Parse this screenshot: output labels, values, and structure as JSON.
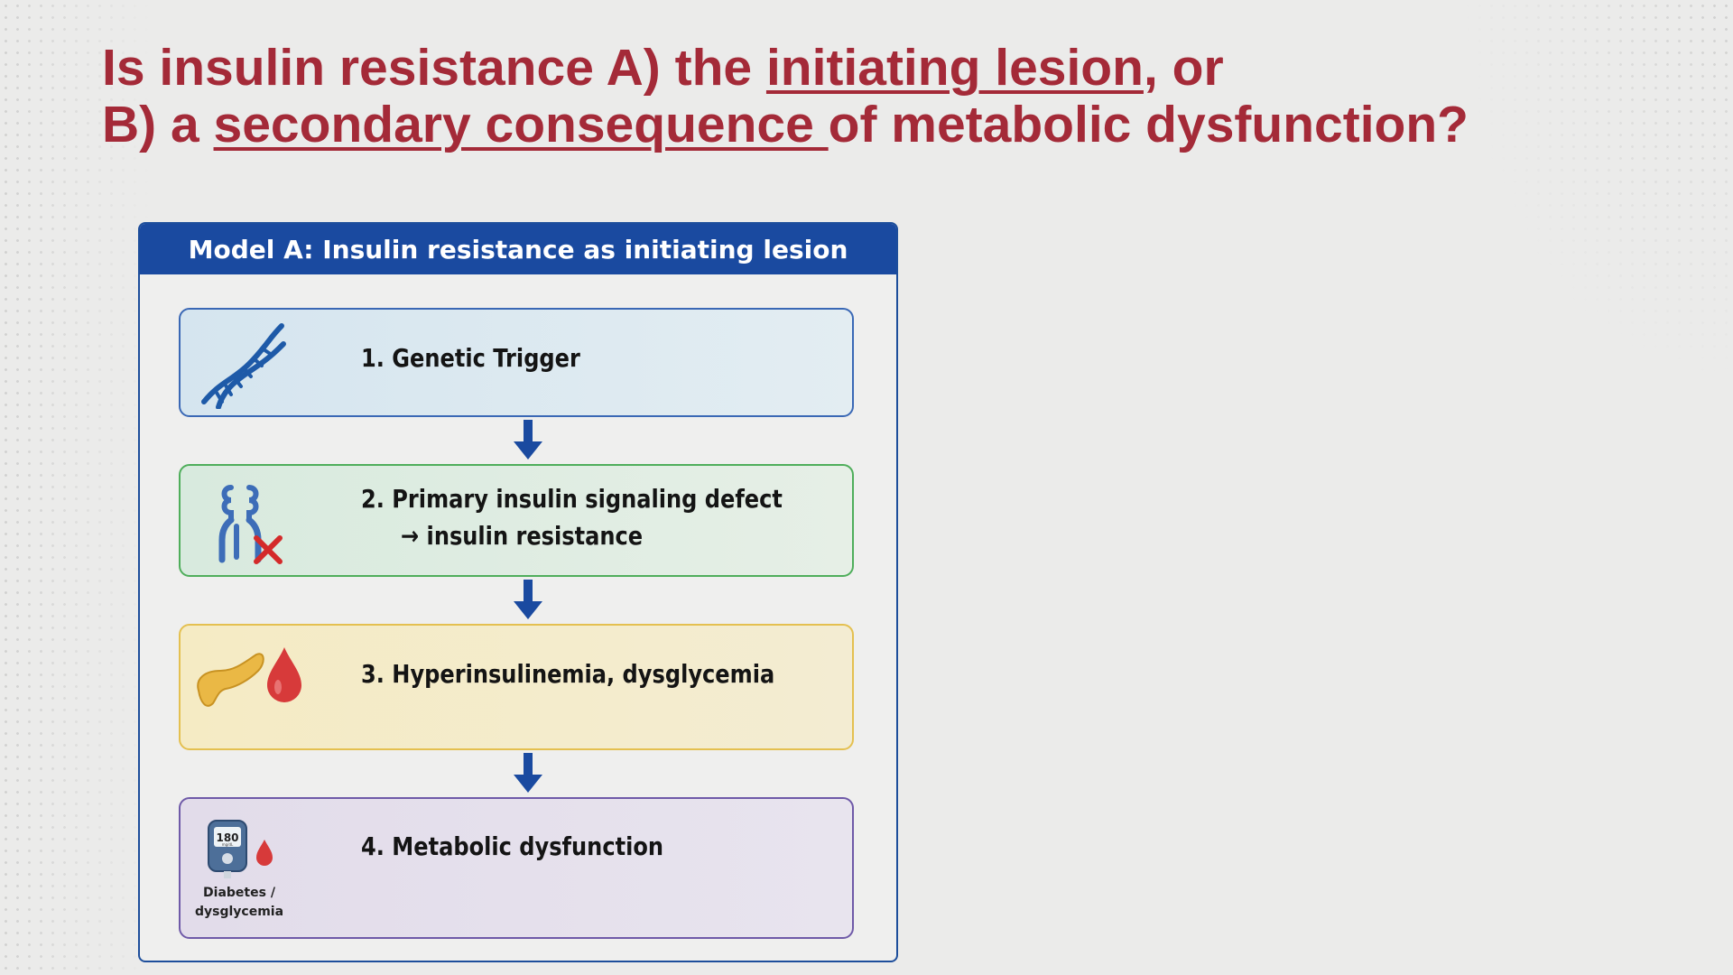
{
  "title": {
    "line1_pre": "Is insulin resistance A) the ",
    "line1_underlined": "initiating lesion",
    "line1_post": ", or",
    "line2_pre": "B) a ",
    "line2_underlined": "secondary consequence ",
    "line2_post": "of metabolic dysfunction?"
  },
  "panel": {
    "header": "Model A: Insulin resistance as initiating lesion",
    "steps": [
      {
        "line1": "1. Genetic Trigger",
        "icon": "dna-icon"
      },
      {
        "line1": "2. Primary insulin signaling defect",
        "line2": "→ insulin resistance",
        "icon": "receptor-blocked-icon"
      },
      {
        "line1": "3. Hyperinsulinemia, dysglycemia",
        "icon": "pancreas-blood-drop-icon"
      },
      {
        "line1": "4. Metabolic dysfunction",
        "icon": "glucometer-icon",
        "icon_label_1": "Diabetes /",
        "icon_label_2": "dysglycemia",
        "meter_reading": "180",
        "meter_unit": "mg/dL"
      }
    ]
  },
  "colors": {
    "title": "#a42a38",
    "header": "#1a4aa0",
    "step1_border": "#3a68b5",
    "step2_border": "#4fae5b",
    "step3_border": "#e4c050",
    "step4_border": "#6f5aa8",
    "arrow": "#1a4aa0"
  }
}
